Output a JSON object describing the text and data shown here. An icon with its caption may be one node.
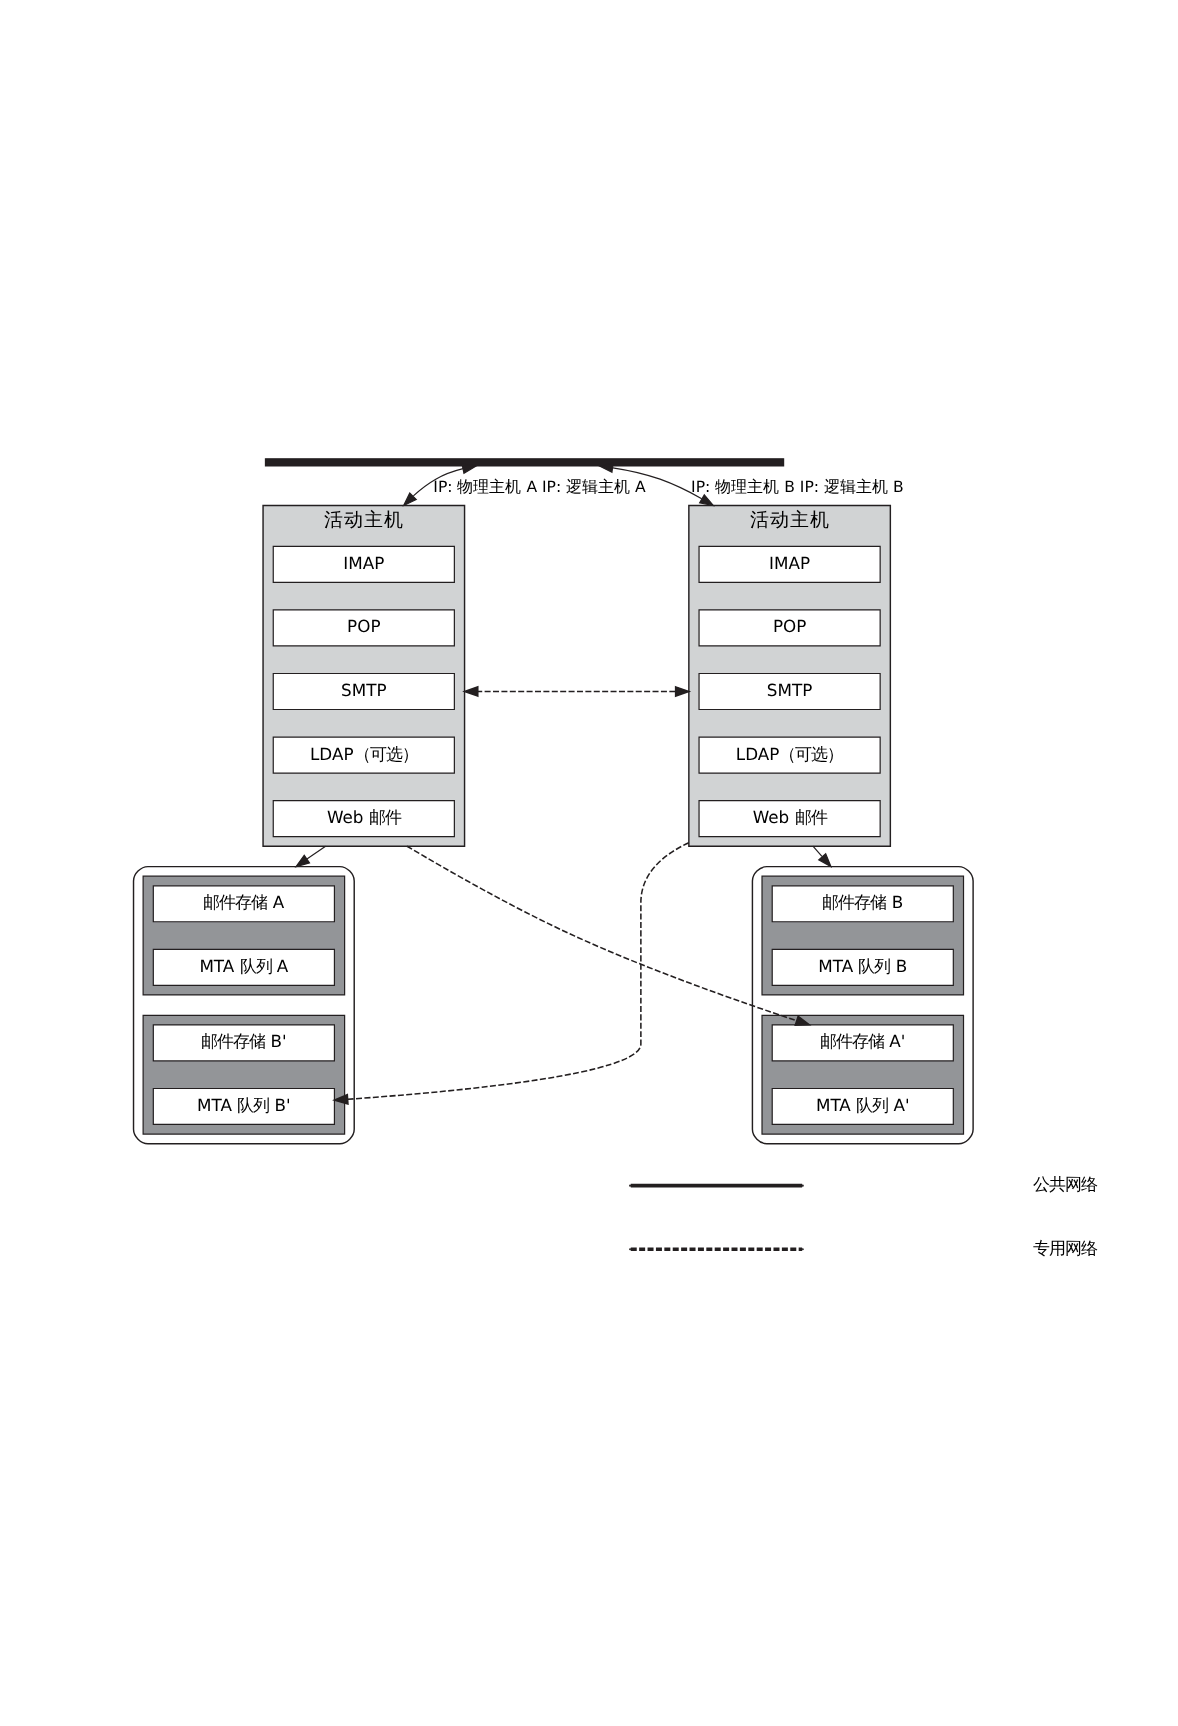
{
  "diagram": {
    "nodes": [
      {
        "text": [],
        "shape": "bar"
      },
      {
        "text": [
          "活动主机"
        ]
      },
      {
        "text": [
          "IMAP"
        ],
        "in": 1
      },
      {
        "text": [
          "POP"
        ],
        "in": 1
      },
      {
        "text": [
          "SMTP"
        ],
        "in": 1
      },
      {
        "text": [
          "LDAP（可选）"
        ],
        "in": 1
      },
      {
        "text": [
          "Web 邮件"
        ],
        "in": 1
      },
      {
        "text": [
          "活动主机"
        ]
      },
      {
        "text": [
          "IMAP"
        ],
        "in": 7
      },
      {
        "text": [
          "POP"
        ],
        "in": 7
      },
      {
        "text": [
          "SMTP"
        ],
        "in": 7
      },
      {
        "text": [
          "LDAP（可选）"
        ],
        "in": 7
      },
      {
        "text": [
          "Web 邮件"
        ],
        "in": 7
      },
      {
        "text": [],
        "shape": "cylinder"
      },
      {
        "text": [],
        "shape": "box",
        "in": 13
      },
      {
        "text": [
          "邮件存储 A"
        ],
        "in": 14
      },
      {
        "text": [
          "MTA 队列 A"
        ],
        "in": 14
      },
      {
        "text": [],
        "shape": "box",
        "in": 13
      },
      {
        "text": [
          "邮件存储 B'"
        ],
        "in": 17
      },
      {
        "text": [
          "MTA 队列 B'"
        ],
        "in": 17
      },
      {
        "text": [],
        "shape": "cylinder"
      },
      {
        "text": [],
        "shape": "box",
        "in": 20
      },
      {
        "text": [
          "邮件存储 B"
        ],
        "in": 21
      },
      {
        "text": [
          "MTA 队列 B"
        ],
        "in": 21
      },
      {
        "text": [],
        "shape": "box",
        "in": 20
      },
      {
        "text": [
          "邮件存储 A'"
        ],
        "in": 24
      },
      {
        "text": [
          "MTA 队列 A'"
        ],
        "in": 24
      }
    ],
    "edges": [
      {
        "from": 0,
        "to": 1,
        "arrow": "both",
        "label": "IP: 物理主机 A IP: 逻辑主机 A"
      },
      {
        "from": 0,
        "to": 7,
        "arrow": "both",
        "label": "IP: 物理主机 B IP: 逻辑主机 B"
      },
      {
        "from": 1,
        "to": 7,
        "arrow": "both",
        "style": "dashed"
      },
      {
        "from": 1,
        "to": 13,
        "arrow": "to"
      },
      {
        "from": 7,
        "to": 20,
        "arrow": "to"
      },
      {
        "from": 1,
        "to": 25,
        "arrow": "to",
        "style": "dashed"
      },
      {
        "from": 7,
        "to": 19,
        "arrow": "to",
        "style": "dashed"
      }
    ],
    "legend": [
      {
        "text": "公共网络"
      },
      {
        "text": "专用网络"
      }
    ]
  }
}
